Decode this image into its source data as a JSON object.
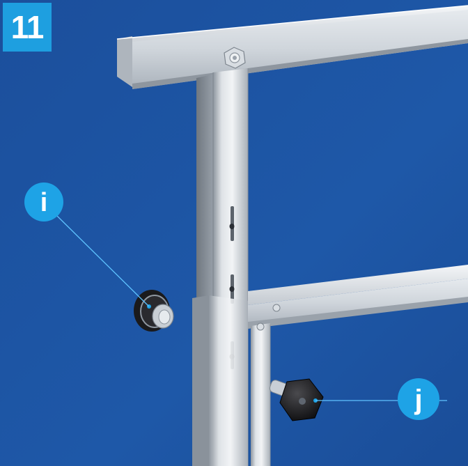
{
  "step": {
    "number": "11"
  },
  "callouts": {
    "i": {
      "label": "i"
    },
    "j": {
      "label": "j"
    }
  },
  "colors": {
    "background": "#1e58a6",
    "badge": "#1e9fe0",
    "callout": "#1ea3e6",
    "leader_line": "#5fc3ff",
    "aluminium": "#c9cfd6",
    "fastener": "#1c1c1e"
  }
}
